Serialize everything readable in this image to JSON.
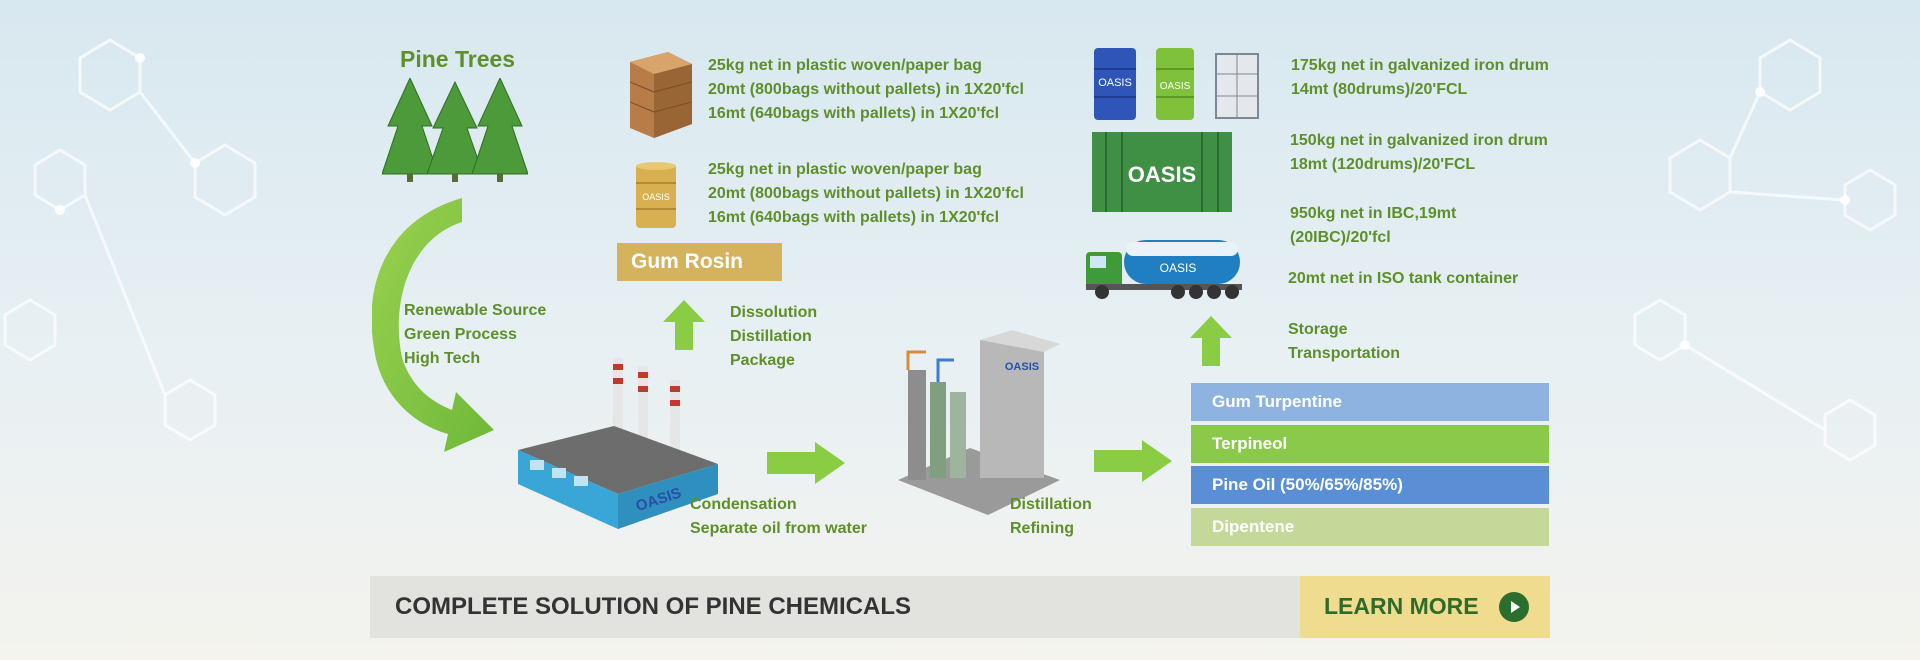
{
  "pine_trees": {
    "title": "Pine Trees"
  },
  "source": {
    "lines": [
      "Renewable  Source",
      "Green Process",
      "High Tech"
    ]
  },
  "rosin_pack_bag": {
    "lines": [
      "25kg net in plastic woven/paper bag",
      "20mt (800bags without pallets) in 1X20'fcl",
      "16mt (640bags with pallets) in 1X20'fcl"
    ]
  },
  "rosin_pack_drum": {
    "lines": [
      "25kg net in plastic woven/paper bag",
      "20mt (800bags without pallets) in 1X20'fcl",
      "16mt (640bags with pallets) in 1X20'fcl"
    ]
  },
  "gum_rosin": {
    "label": "Gum Rosin"
  },
  "rosin_process": {
    "lines": [
      "Dissolution",
      "Distillation",
      "Package"
    ]
  },
  "factory": {
    "brand": "OASIS"
  },
  "condensation": {
    "lines": [
      "Condensation",
      "Separate oil from water"
    ]
  },
  "distillation_plant": {
    "brand": "OASIS"
  },
  "distillation": {
    "lines": [
      "Distillation",
      "Refining"
    ]
  },
  "drum_pack": {
    "lines": [
      "175kg net in galvanized iron drum",
      "14mt (80drums)/20'FCL"
    ],
    "drum_brand": "OASIS"
  },
  "container_pack": {
    "lines": [
      "150kg net in galvanized iron drum",
      "18mt (120drums)/20'FCL"
    ],
    "container_brand": "OASIS"
  },
  "ibc_pack": {
    "lines": [
      "950kg net in IBC,19mt",
      "(20IBC)/20'fcl"
    ]
  },
  "iso_tank": {
    "text": "20mt net in ISO tank container",
    "truck_brand": "OASIS"
  },
  "storage": {
    "lines": [
      "Storage",
      "Transportation"
    ]
  },
  "products": [
    {
      "label": "Gum Turpentine",
      "color": "#8fb3e0"
    },
    {
      "label": "Terpineol",
      "color": "#8bc94a"
    },
    {
      "label": "Pine Oil  (50%/65%/85%)",
      "color": "#5a8fd6"
    },
    {
      "label": "Dipentene",
      "color": "#c3d899"
    }
  ],
  "banner": {
    "title": "COMPLETE SOLUTION OF PINE CHEMICALS",
    "cta": "LEARN MORE"
  }
}
